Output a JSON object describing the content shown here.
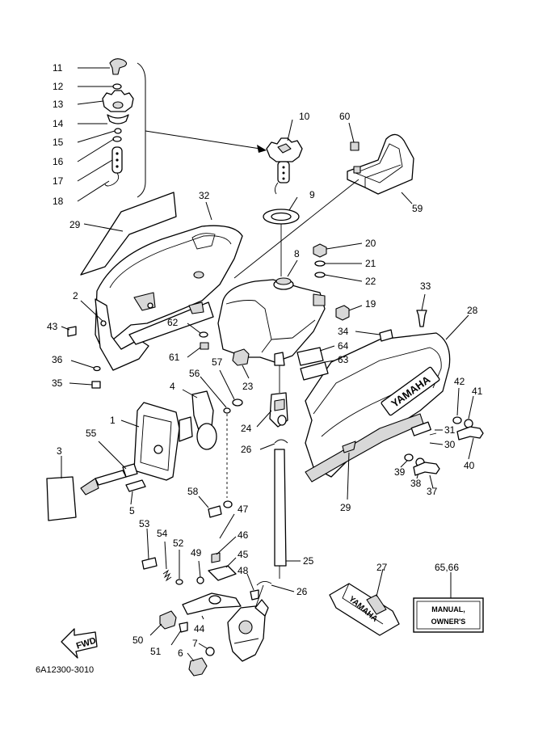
{
  "diagram": {
    "code": "6A12300-3010",
    "fwd_label": "FWD",
    "brand_text": "YAMAHA",
    "manual_label": "65,66",
    "manual_text_line1": "MANUAL,",
    "manual_text_line2": "OWNER'S",
    "labels": {
      "p1": "1",
      "p2": "2",
      "p3": "3",
      "p4": "4",
      "p5": "5",
      "p6": "6",
      "p7": "7",
      "p8": "8",
      "p9": "9",
      "p10": "10",
      "p11": "11",
      "p12": "12",
      "p13": "13",
      "p14": "14",
      "p15": "15",
      "p16": "16",
      "p17": "17",
      "p18": "18",
      "p19": "19",
      "p20": "20",
      "p21": "21",
      "p22": "22",
      "p23": "23",
      "p24": "24",
      "p25": "25",
      "p26a": "26",
      "p26b": "26",
      "p27": "27",
      "p28": "28",
      "p29a": "29",
      "p29b": "29",
      "p30": "30",
      "p31": "31",
      "p32": "32",
      "p33": "33",
      "p34": "34",
      "p35": "35",
      "p36": "36",
      "p37": "37",
      "p38": "38",
      "p39": "39",
      "p40": "40",
      "p41": "41",
      "p42": "42",
      "p43": "43",
      "p44": "44",
      "p45": "45",
      "p46": "46",
      "p47": "47",
      "p48": "48",
      "p49": "49",
      "p50": "50",
      "p51": "51",
      "p52": "52",
      "p53": "53",
      "p54": "54",
      "p55": "55",
      "p56": "56",
      "p57": "57",
      "p58": "58",
      "p59": "59",
      "p60": "60",
      "p61": "61",
      "p62": "62",
      "p63": "63",
      "p64": "64"
    }
  }
}
